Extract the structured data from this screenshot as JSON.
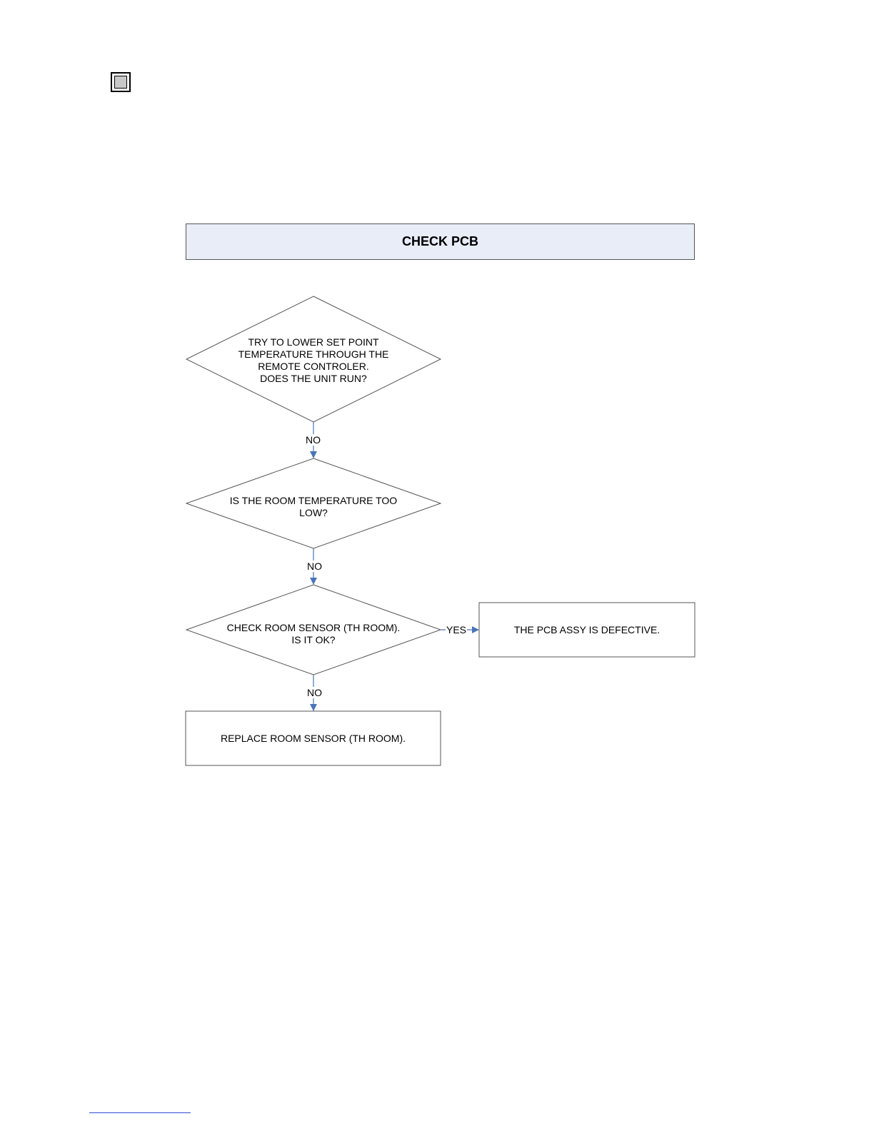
{
  "title": "CHECK PCB",
  "nodes": {
    "d1": "TRY TO LOWER SET POINT\nTEMPERATURE THROUGH THE\nREMOTE CONTROLER.\nDOES THE UNIT RUN?",
    "d2": "IS THE ROOM TEMPERATURE TOO\nLOW?",
    "d3": "CHECK ROOM SENSOR (TH ROOM).\nIS IT OK?",
    "r_yes": "THE PCB ASSY IS DEFECTIVE.",
    "r_no": "REPLACE ROOM SENSOR (TH ROOM)."
  },
  "edges": {
    "e1": "NO",
    "e2": "NO",
    "e3": "NO",
    "e4": "YES"
  },
  "colors": {
    "arrow": "#4a74b8",
    "title_fill": "#e8edf8",
    "outline": "#555555"
  }
}
